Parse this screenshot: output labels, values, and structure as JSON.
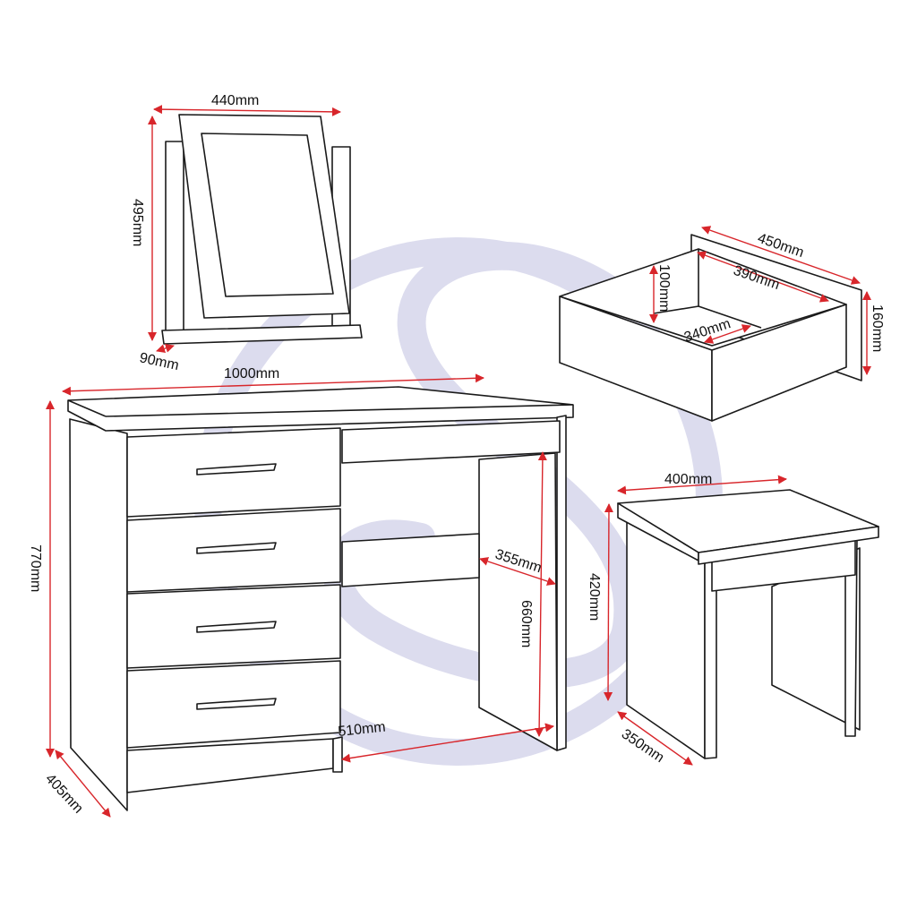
{
  "colors": {
    "dimension_line": "#d8262b",
    "outline": "#1a1a1a",
    "watermark": "#dcdcee",
    "background": "#ffffff"
  },
  "mirror": {
    "width": "440mm",
    "height": "495mm",
    "base_depth": "90mm"
  },
  "drawer": {
    "outer_width": "450mm",
    "inner_width": "390mm",
    "inner_depth": "340mm",
    "inner_height": "100mm",
    "outer_height": "160mm"
  },
  "dressing_table": {
    "width": "1000mm",
    "height": "770mm",
    "depth": "405mm",
    "knee_height": "660mm",
    "knee_width": "510mm",
    "knee_depth": "355mm",
    "left_drawer_count": 4,
    "right_drawer_count": 2
  },
  "stool": {
    "width": "400mm",
    "height": "420mm",
    "depth": "350mm"
  }
}
